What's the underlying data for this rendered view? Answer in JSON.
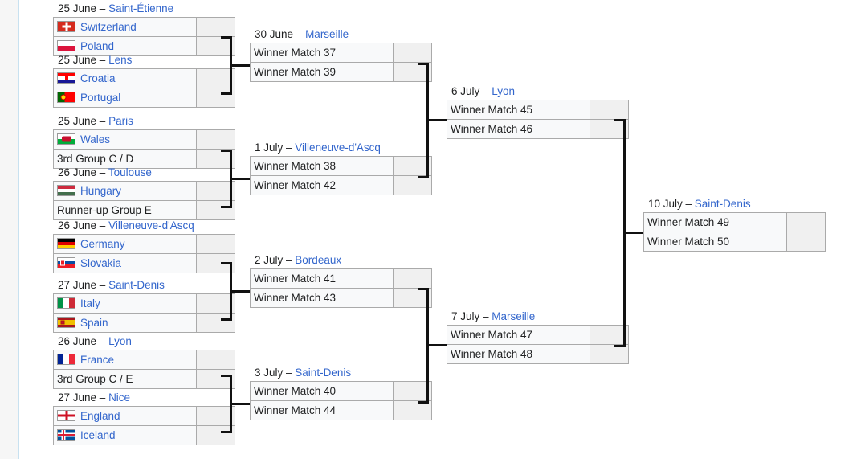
{
  "meta": {
    "title": "UEFA Euro 2016 knockout phase bracket",
    "link_color": "#3366cc",
    "text_color": "#202122",
    "cell_bg": "#f8f9fa",
    "score_bg": "#f0f0f0",
    "border_color": "#aaaaaa",
    "connector_color": "#111111"
  },
  "rounds": [
    {
      "name": "round-of-16",
      "matches": [
        {
          "id": "match-37",
          "date": "25 June",
          "dash": " – ",
          "venue": "Saint-Étienne",
          "venue_is_link": true,
          "teams": [
            {
              "name": "Switzerland",
              "is_link": true,
              "flag": "switzerland",
              "score": ""
            },
            {
              "name": "Poland",
              "is_link": true,
              "flag": "poland",
              "score": ""
            }
          ]
        },
        {
          "id": "match-38",
          "date": "25 June",
          "dash": " – ",
          "venue": "Lens",
          "venue_is_link": true,
          "teams": [
            {
              "name": "Croatia",
              "is_link": true,
              "flag": "croatia",
              "score": ""
            },
            {
              "name": "Portugal",
              "is_link": true,
              "flag": "portugal",
              "score": ""
            }
          ]
        },
        {
          "id": "match-39",
          "date": "25 June",
          "dash": " – ",
          "venue": "Paris",
          "venue_is_link": true,
          "teams": [
            {
              "name": "Wales",
              "is_link": true,
              "flag": "wales",
              "score": ""
            },
            {
              "name": "3rd Group C / D",
              "is_link": false,
              "flag": "",
              "score": ""
            }
          ]
        },
        {
          "id": "match-40",
          "date": "26 June",
          "dash": " – ",
          "venue": "Toulouse",
          "venue_is_link": true,
          "teams": [
            {
              "name": "Hungary",
              "is_link": true,
              "flag": "hungary",
              "score": ""
            },
            {
              "name": "Runner-up Group E",
              "is_link": false,
              "flag": "",
              "score": ""
            }
          ]
        },
        {
          "id": "match-41",
          "date": "26 June",
          "dash": " – ",
          "venue": "Villeneuve-d'Ascq",
          "venue_is_link": true,
          "teams": [
            {
              "name": "Germany",
              "is_link": true,
              "flag": "germany",
              "score": ""
            },
            {
              "name": "Slovakia",
              "is_link": true,
              "flag": "slovakia",
              "score": ""
            }
          ]
        },
        {
          "id": "match-42",
          "date": "27 June",
          "dash": " – ",
          "venue": "Saint-Denis",
          "venue_is_link": true,
          "teams": [
            {
              "name": "Italy",
              "is_link": true,
              "flag": "italy",
              "score": ""
            },
            {
              "name": "Spain",
              "is_link": true,
              "flag": "spain",
              "score": ""
            }
          ]
        },
        {
          "id": "match-43",
          "date": "26 June",
          "dash": " – ",
          "venue": "Lyon",
          "venue_is_link": true,
          "teams": [
            {
              "name": "France",
              "is_link": true,
              "flag": "france",
              "score": ""
            },
            {
              "name": "3rd Group C / E",
              "is_link": false,
              "flag": "",
              "score": ""
            }
          ]
        },
        {
          "id": "match-44",
          "date": "27 June",
          "dash": " – ",
          "venue": "Nice",
          "venue_is_link": true,
          "teams": [
            {
              "name": "England",
              "is_link": true,
              "flag": "england",
              "score": ""
            },
            {
              "name": "Iceland",
              "is_link": true,
              "flag": "iceland",
              "score": ""
            }
          ]
        }
      ]
    },
    {
      "name": "quarter-finals",
      "matches": [
        {
          "id": "match-45",
          "date": "30 June",
          "dash": " – ",
          "venue": "Marseille",
          "venue_is_link": true,
          "teams": [
            {
              "name": "Winner Match 37",
              "is_link": false,
              "flag": "",
              "score": ""
            },
            {
              "name": "Winner Match 39",
              "is_link": false,
              "flag": "",
              "score": ""
            }
          ]
        },
        {
          "id": "match-46",
          "date": "1 July",
          "dash": " – ",
          "venue": "Villeneuve-d'Ascq",
          "venue_is_link": true,
          "teams": [
            {
              "name": "Winner Match 38",
              "is_link": false,
              "flag": "",
              "score": ""
            },
            {
              "name": "Winner Match 42",
              "is_link": false,
              "flag": "",
              "score": ""
            }
          ]
        },
        {
          "id": "match-47",
          "date": "2 July",
          "dash": " – ",
          "venue": "Bordeaux",
          "venue_is_link": true,
          "teams": [
            {
              "name": "Winner Match 41",
              "is_link": false,
              "flag": "",
              "score": ""
            },
            {
              "name": "Winner Match 43",
              "is_link": false,
              "flag": "",
              "score": ""
            }
          ]
        },
        {
          "id": "match-48",
          "date": "3 July",
          "dash": " – ",
          "venue": "Saint-Denis",
          "venue_is_link": true,
          "teams": [
            {
              "name": "Winner Match 40",
              "is_link": false,
              "flag": "",
              "score": ""
            },
            {
              "name": "Winner Match 44",
              "is_link": false,
              "flag": "",
              "score": ""
            }
          ]
        }
      ]
    },
    {
      "name": "semi-finals",
      "matches": [
        {
          "id": "match-49",
          "date": "6 July",
          "dash": " – ",
          "venue": "Lyon",
          "venue_is_link": true,
          "teams": [
            {
              "name": "Winner Match 45",
              "is_link": false,
              "flag": "",
              "score": ""
            },
            {
              "name": "Winner Match 46",
              "is_link": false,
              "flag": "",
              "score": ""
            }
          ]
        },
        {
          "id": "match-50",
          "date": "7 July",
          "dash": " – ",
          "venue": "Marseille",
          "venue_is_link": true,
          "teams": [
            {
              "name": "Winner Match 47",
              "is_link": false,
              "flag": "",
              "score": ""
            },
            {
              "name": "Winner Match 48",
              "is_link": false,
              "flag": "",
              "score": ""
            }
          ]
        }
      ]
    },
    {
      "name": "final",
      "matches": [
        {
          "id": "match-51",
          "date": "10 July",
          "dash": " – ",
          "venue": "Saint-Denis",
          "venue_is_link": true,
          "teams": [
            {
              "name": "Winner Match 49",
              "is_link": false,
              "flag": "",
              "score": ""
            },
            {
              "name": "Winner Match 50",
              "is_link": false,
              "flag": "",
              "score": ""
            }
          ]
        }
      ]
    }
  ]
}
